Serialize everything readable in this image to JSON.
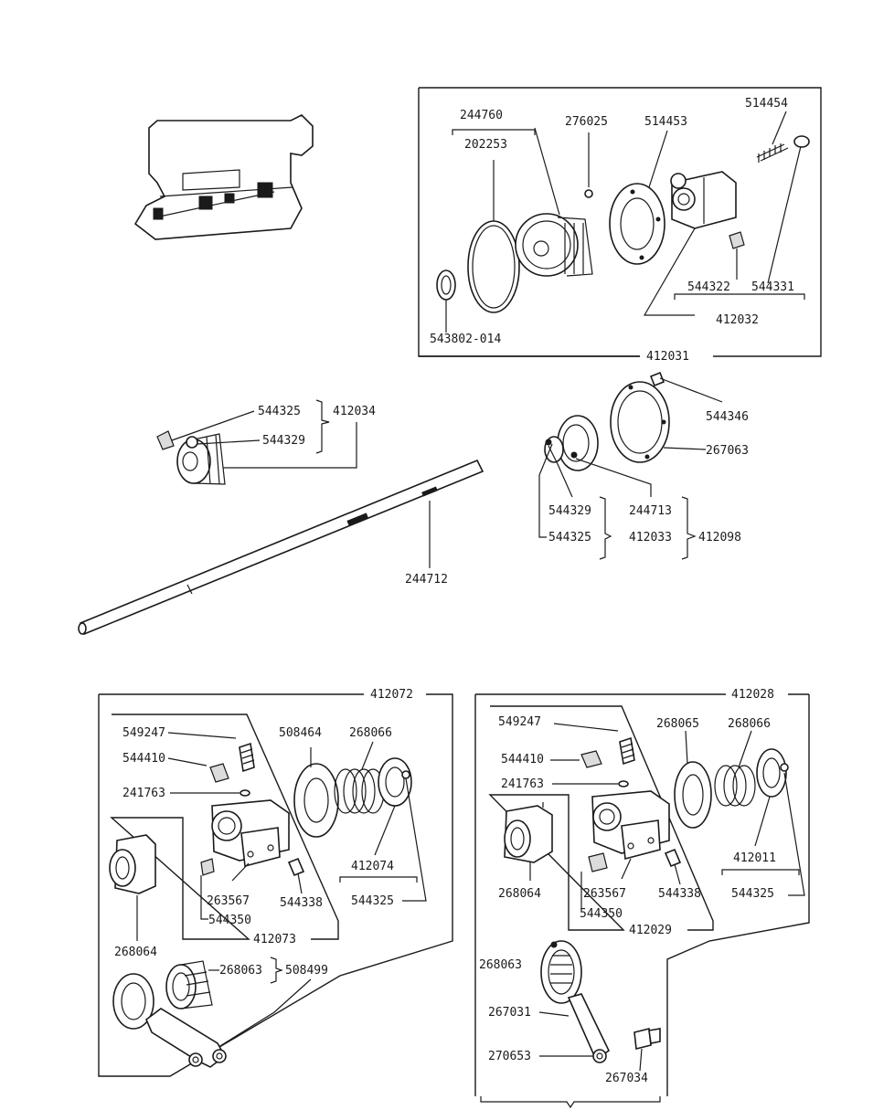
{
  "labels": {
    "p244760": "244760",
    "p276025": "276025",
    "p514453": "514453",
    "p514454": "514454",
    "p202253": "202253",
    "p544322": "544322",
    "p544331": "544331",
    "p412032": "412032",
    "p543802": "543802-014",
    "p412031": "412031",
    "p544325a": "544325",
    "p412034": "412034",
    "p544329a": "544329",
    "p544346": "544346",
    "p267063": "267063",
    "p544329b": "544329",
    "p244713": "244713",
    "p544325b": "544325",
    "p412033": "412033",
    "p412098": "412098",
    "p244712": "244712",
    "p412072": "412072",
    "p549247a": "549247",
    "p544410a": "544410",
    "p241763a": "241763",
    "p508464": "508464",
    "p268066a": "268066",
    "p412074": "412074",
    "p263567a": "263567",
    "p544350a": "544350",
    "p544338a": "544338",
    "p544325c": "544325",
    "p412073": "412073",
    "p268064a": "268064",
    "p268063a": "268063",
    "p508499": "508499",
    "p412028": "412028",
    "p549247b": "549247",
    "p268065": "268065",
    "p268066b": "268066",
    "p544410b": "544410",
    "p241763b": "241763",
    "p268064b": "268064",
    "p263567b": "263567",
    "p544338b": "544338",
    "p412011": "412011",
    "p544325d": "544325",
    "p544350b": "544350",
    "p412029": "412029",
    "p268063b": "268063",
    "p267031": "267031",
    "p270653": "270653",
    "p267034": "267034"
  }
}
